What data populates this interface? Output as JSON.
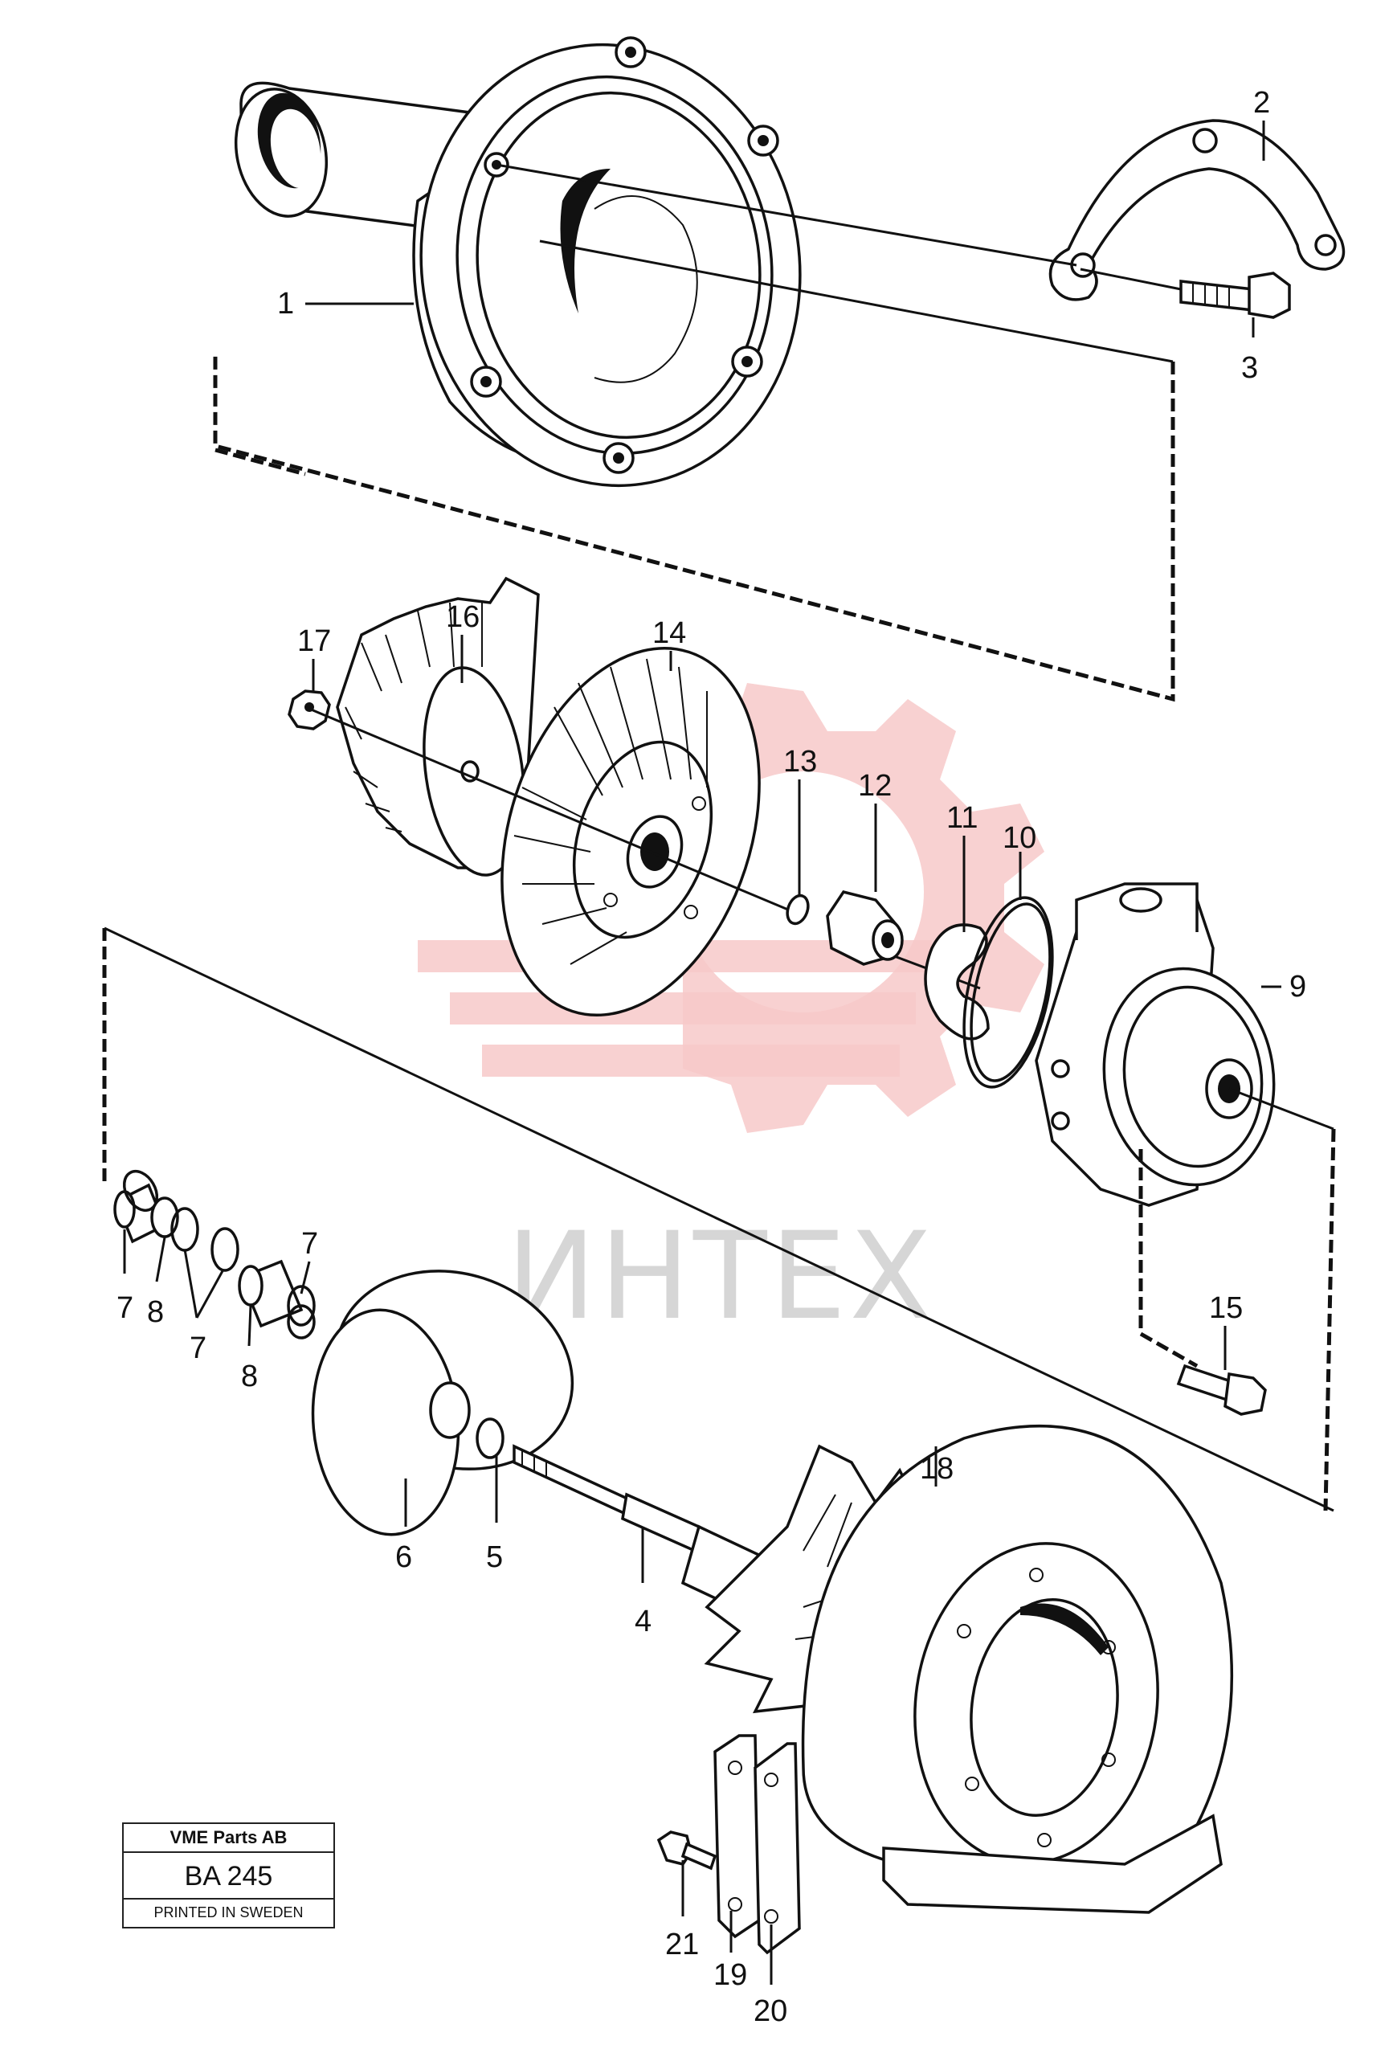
{
  "watermark": {
    "text": "ИНТЕХ"
  },
  "plate": {
    "company": "VME Parts AB",
    "code": "BA 245",
    "printed": "PRINTED IN SWEDEN"
  },
  "callouts": {
    "n1": "1",
    "n2": "2",
    "n3": "3",
    "n4": "4",
    "n5": "5",
    "n6": "6",
    "n7": "7",
    "n8": "8",
    "n9": "9",
    "n10": "10",
    "n11": "11",
    "n12": "12",
    "n13": "13",
    "n14": "14",
    "n15": "15",
    "n16": "16",
    "n17": "17",
    "n18": "18",
    "n19": "19",
    "n20": "20",
    "n21": "21"
  }
}
